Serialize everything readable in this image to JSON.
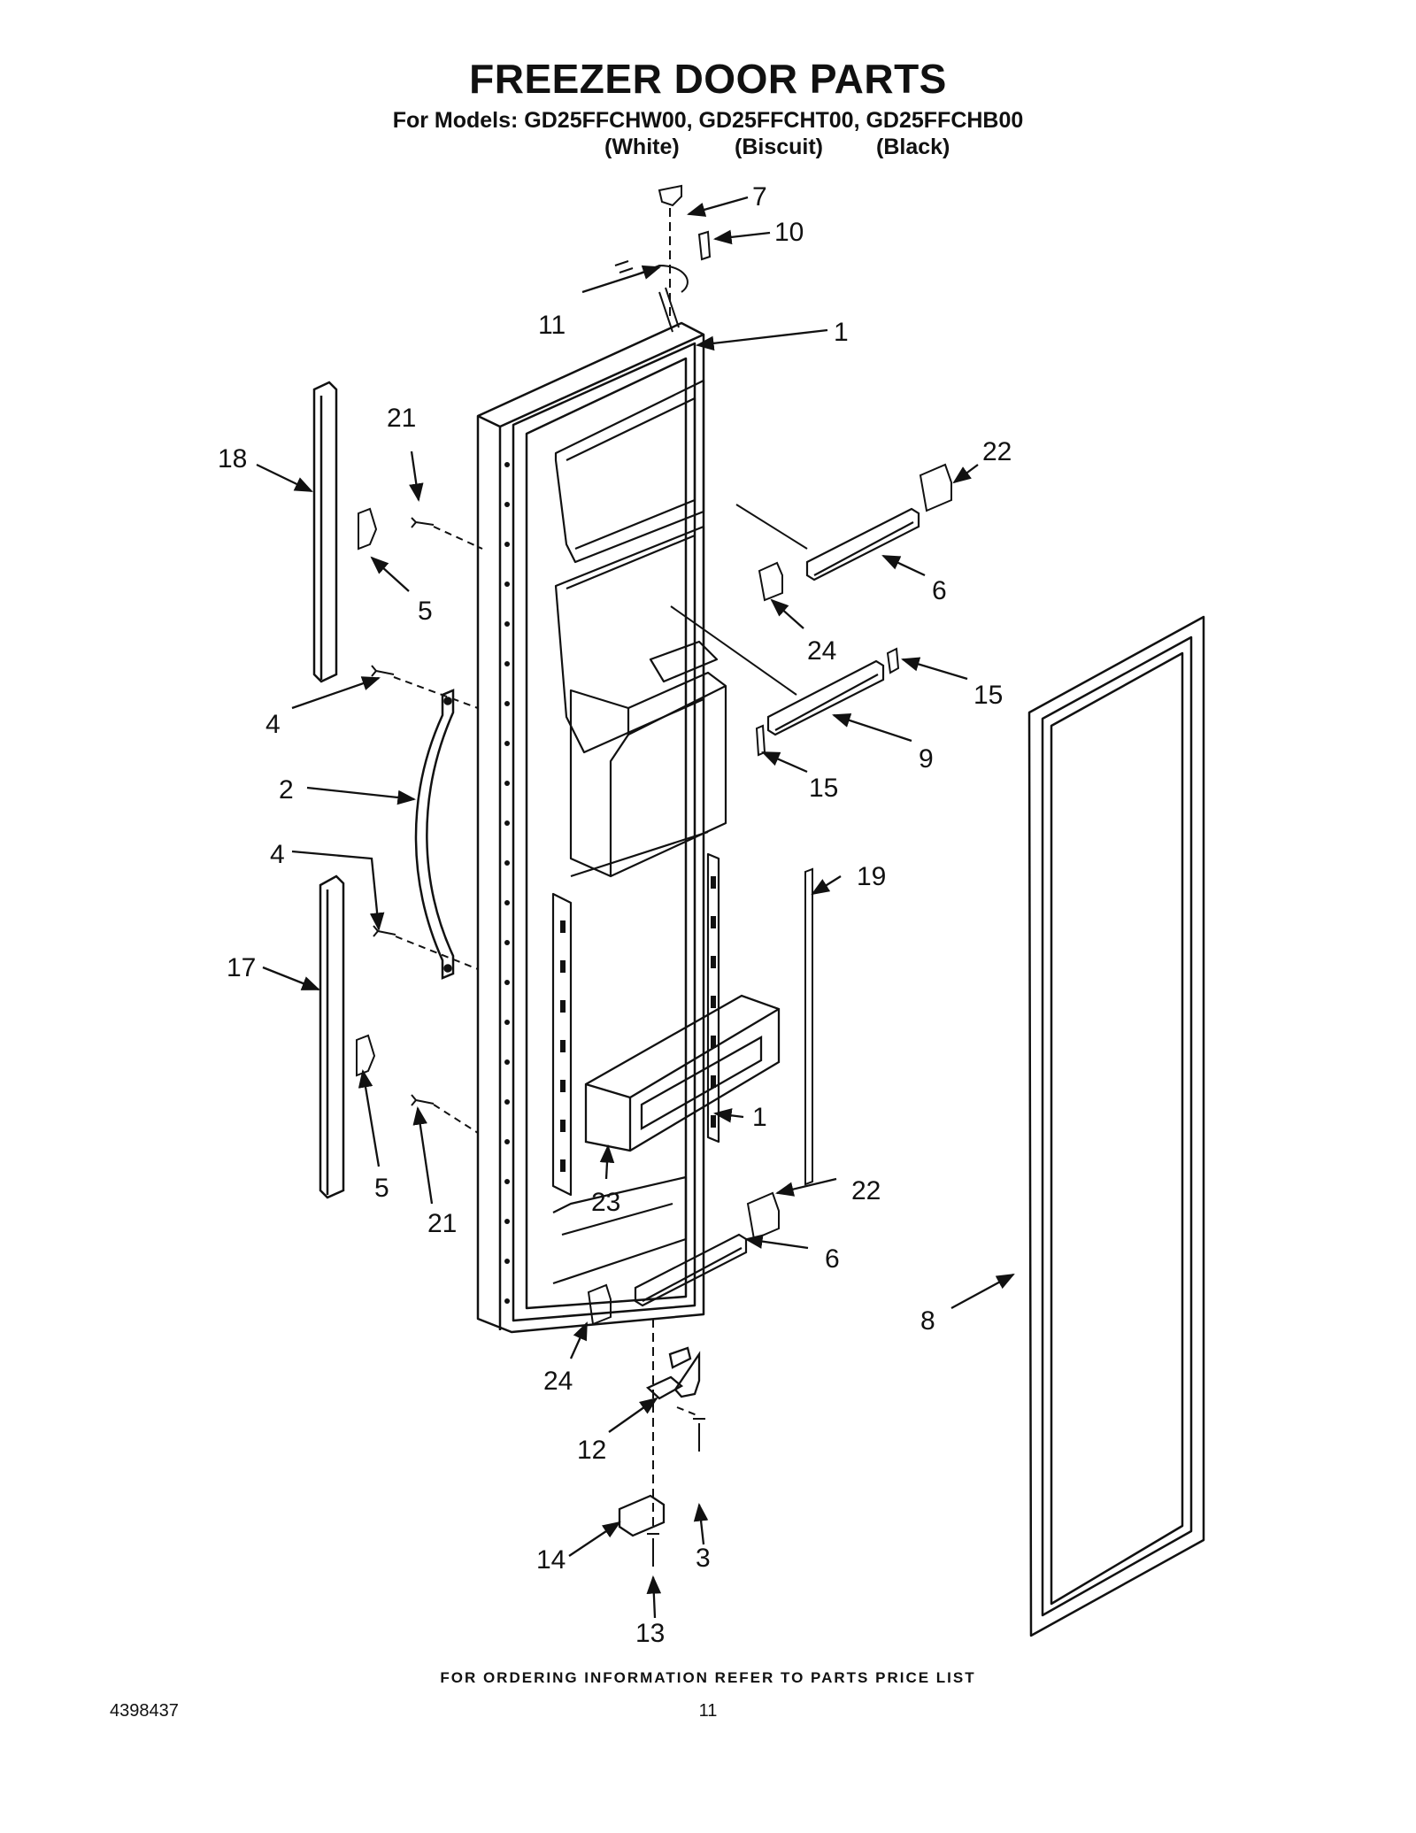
{
  "header": {
    "title": "FREEZER DOOR PARTS",
    "models_line": "For Models: GD25FFCHW00, GD25FFCHT00, GD25FFCHB00",
    "colors": [
      "(White)",
      "(Biscuit)",
      "(Black)"
    ]
  },
  "footer": {
    "ordering_note": "FOR ORDERING INFORMATION REFER TO PARTS PRICE LIST",
    "doc_number": "4398437",
    "page_number": "11"
  },
  "callouts": [
    {
      "id": "c7",
      "label": "7"
    },
    {
      "id": "c10",
      "label": "10"
    },
    {
      "id": "c11",
      "label": "11"
    },
    {
      "id": "c1a",
      "label": "1"
    },
    {
      "id": "c21a",
      "label": "21"
    },
    {
      "id": "c18",
      "label": "18"
    },
    {
      "id": "c22a",
      "label": "22"
    },
    {
      "id": "c5a",
      "label": "5"
    },
    {
      "id": "c6a",
      "label": "6"
    },
    {
      "id": "c24a",
      "label": "24"
    },
    {
      "id": "c4a",
      "label": "4"
    },
    {
      "id": "c15a",
      "label": "15"
    },
    {
      "id": "c9",
      "label": "9"
    },
    {
      "id": "c15b",
      "label": "15"
    },
    {
      "id": "c2",
      "label": "2"
    },
    {
      "id": "c4b",
      "label": "4"
    },
    {
      "id": "c19",
      "label": "19"
    },
    {
      "id": "c17",
      "label": "17"
    },
    {
      "id": "c1b",
      "label": "1"
    },
    {
      "id": "c5b",
      "label": "5"
    },
    {
      "id": "c21b",
      "label": "21"
    },
    {
      "id": "c23",
      "label": "23"
    },
    {
      "id": "c22b",
      "label": "22"
    },
    {
      "id": "c6b",
      "label": "6"
    },
    {
      "id": "c8",
      "label": "8"
    },
    {
      "id": "c24b",
      "label": "24"
    },
    {
      "id": "c12",
      "label": "12"
    },
    {
      "id": "c14",
      "label": "14"
    },
    {
      "id": "c3",
      "label": "3"
    },
    {
      "id": "c13",
      "label": "13"
    }
  ]
}
